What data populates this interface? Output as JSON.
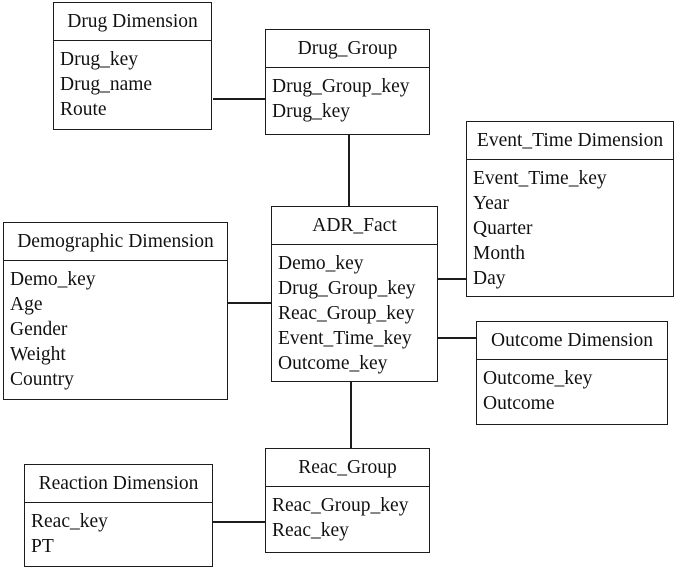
{
  "entities": [
    {
      "id": "drug-dimension",
      "title": "Drug Dimension",
      "fields": [
        "Drug_key",
        "Drug_name",
        "Route"
      ]
    },
    {
      "id": "drug-group",
      "title": "Drug_Group",
      "fields": [
        "Drug_Group_key",
        "Drug_key"
      ]
    },
    {
      "id": "event-time-dimension",
      "title": "Event_Time Dimension",
      "fields": [
        "Event_Time_key",
        "Year",
        "Quarter",
        "Month",
        "Day"
      ]
    },
    {
      "id": "demographic-dimension",
      "title": "Demographic Dimension",
      "fields": [
        "Demo_key",
        "Age",
        "Gender",
        "Weight",
        "Country"
      ]
    },
    {
      "id": "adr-fact",
      "title": "ADR_Fact",
      "fields": [
        "Demo_key",
        "Drug_Group_key",
        "Reac_Group_key",
        "Event_Time_key",
        "Outcome_key"
      ]
    },
    {
      "id": "outcome-dimension",
      "title": "Outcome Dimension",
      "fields": [
        "Outcome_key",
        "Outcome"
      ]
    },
    {
      "id": "reaction-dimension",
      "title": "Reaction Dimension",
      "fields": [
        "Reac_key",
        "PT"
      ]
    },
    {
      "id": "reac-group",
      "title": "Reac_Group",
      "fields": [
        "Reac_Group_key",
        "Reac_key"
      ]
    }
  ],
  "connections": [
    {
      "from": "Drug Dimension",
      "to": "Drug_Group"
    },
    {
      "from": "Drug_Group",
      "to": "ADR_Fact"
    },
    {
      "from": "Demographic Dimension",
      "to": "ADR_Fact"
    },
    {
      "from": "ADR_Fact",
      "to": "Event_Time Dimension"
    },
    {
      "from": "ADR_Fact",
      "to": "Outcome Dimension"
    },
    {
      "from": "ADR_Fact",
      "to": "Reac_Group"
    },
    {
      "from": "Reaction Dimension",
      "to": "Reac_Group"
    }
  ],
  "colors": {
    "line": "#1c1c1c",
    "background": "#ffffff",
    "text": "#111111"
  }
}
